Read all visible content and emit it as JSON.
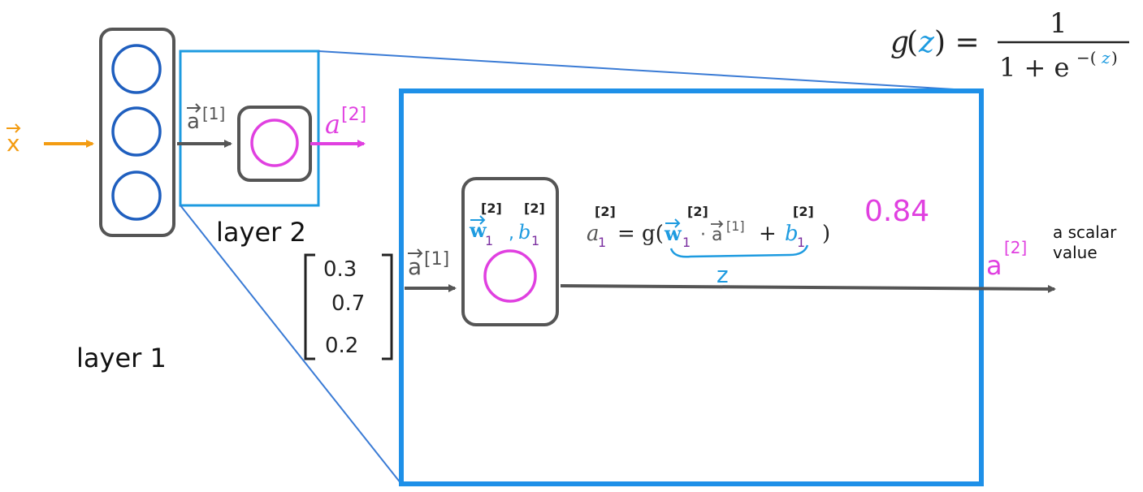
{
  "formula": {
    "lhs_g": "g",
    "open_paren": "(",
    "lhs_z": "z",
    "close_paren_eq": ") =",
    "numerator": "1",
    "denominator_prefix": "1 + e",
    "exponent_minus": "−(",
    "exponent_z": "z",
    "exponent_close": ")"
  },
  "network": {
    "input_label": "x",
    "a1_label": "a",
    "a1_superscript": "[1]",
    "a2_label": "a",
    "a2_superscript": "[2]",
    "layer1_label": "layer 1",
    "layer2_label": "layer 2"
  },
  "zoom": {
    "input_vector": [
      "0.3",
      "0.7",
      "0.2"
    ],
    "a1_label": "a",
    "a1_superscript": "[1]",
    "w_label": "w",
    "w_subscript": "1",
    "w_superscript": "[2]",
    "b_label": "b",
    "b_subscript": "1",
    "b_superscript": "[2]",
    "eq_a": "a",
    "eq_a_subscript": "1",
    "eq_a_superscript": "[2]",
    "eq_equals_g": "= g(",
    "eq_w": "w",
    "eq_w_subscript": "1",
    "eq_w_superscript": "[2]",
    "eq_dot_a": "· a",
    "eq_a1_superscript": "[1]",
    "eq_plus": "+",
    "eq_b": "b",
    "eq_b_subscript": "1",
    "eq_b_superscript": "[2]",
    "eq_close": ")",
    "z_label": "z",
    "value": "0.84",
    "output_a": "a",
    "output_superscript": "[2]",
    "scalar_line1": "a scalar",
    "scalar_line2": "value"
  },
  "colors": {
    "orange": "#f39c12",
    "blue_circle": "#1f5fbf",
    "magenta": "#e040e0",
    "cyan": "#1e9be0",
    "purple": "#7b2fa0",
    "gray": "#555555",
    "box_blue": "#1e90e8"
  }
}
